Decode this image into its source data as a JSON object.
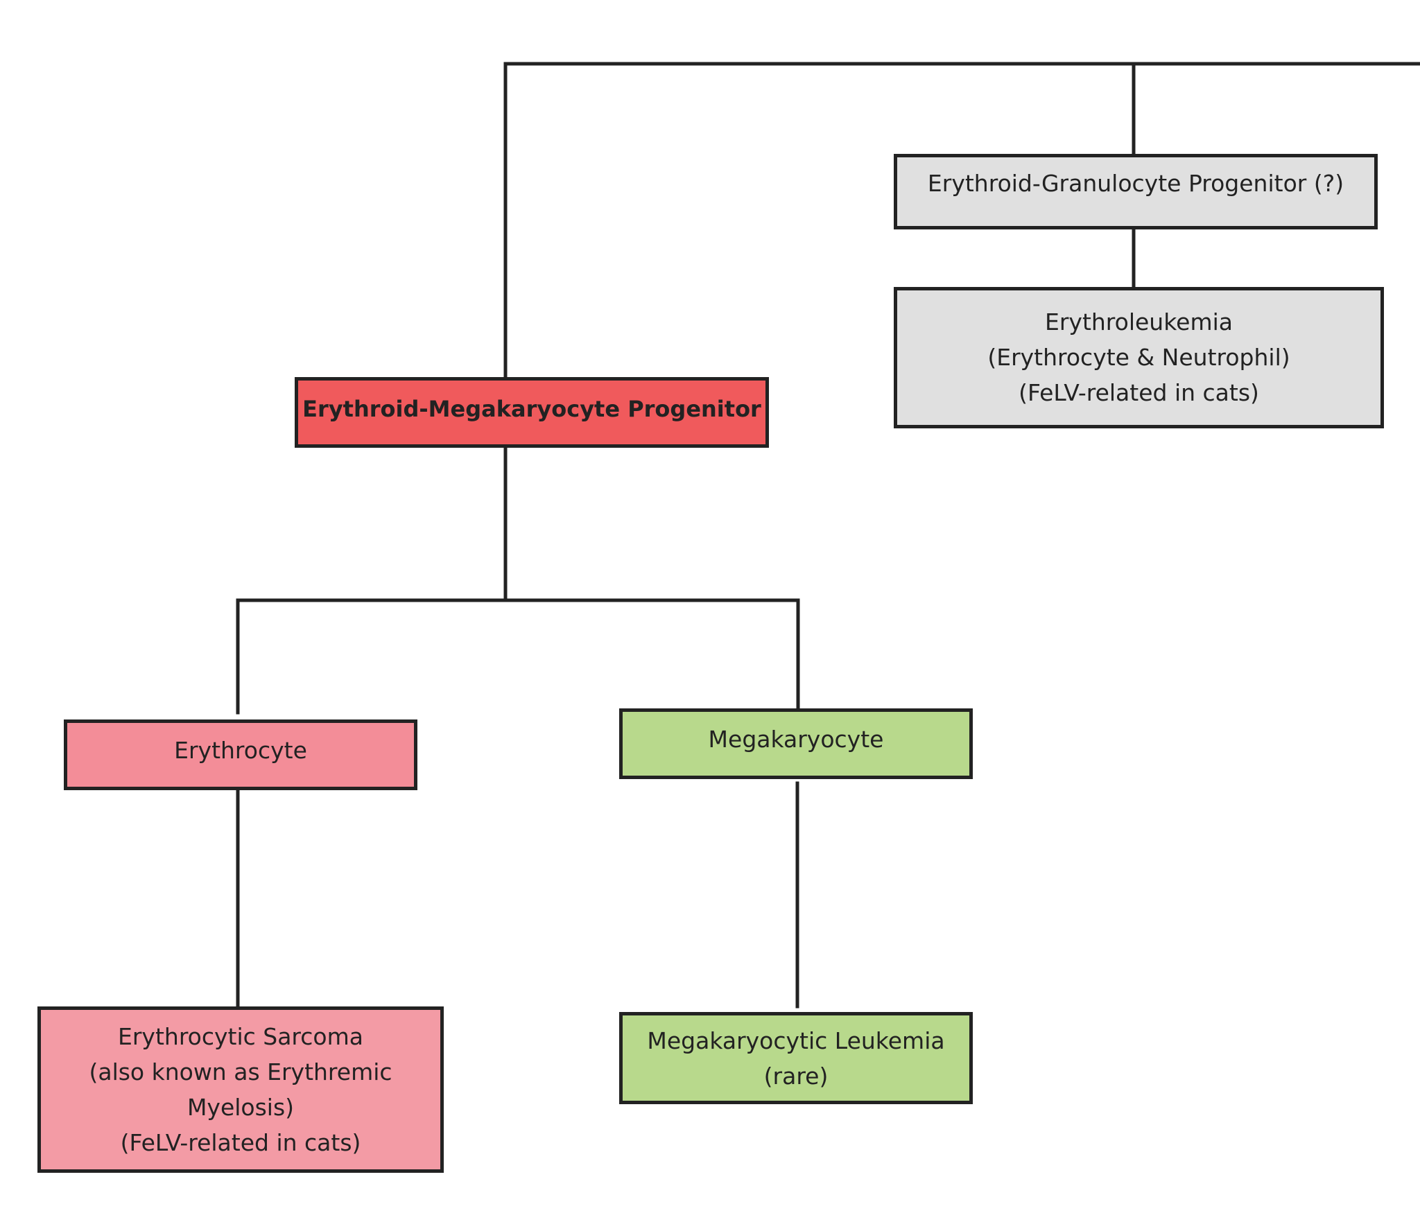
{
  "diagram": {
    "nodes": {
      "erythroid_granulocyte_progenitor": {
        "lines": [
          "Erythroid-Granulocyte Progenitor (?)"
        ],
        "fill": "#e0e0e0"
      },
      "erythroleukemia": {
        "lines": [
          "Erythroleukemia",
          "(Erythrocyte & Neutrophil)",
          "(FeLV-related in cats)"
        ],
        "fill": "#e0e0e0"
      },
      "erythroid_megakaryocyte_progenitor": {
        "lines": [
          "Erythroid-Megakaryocyte Progenitor"
        ],
        "fill": "#f05a5c"
      },
      "erythrocyte": {
        "lines": [
          "Erythrocyte"
        ],
        "fill": "#f38d98"
      },
      "megakaryocyte": {
        "lines": [
          "Megakaryocyte"
        ],
        "fill": "#b8d98c"
      },
      "erythrocytic_sarcoma": {
        "lines": [
          "Erythrocytic Sarcoma",
          "(also known as Erythremic",
          "Myelosis)",
          "(FeLV-related in cats)"
        ],
        "fill": "#f39ba5"
      },
      "megakaryocytic_leukemia": {
        "lines": [
          "Megakaryocytic Leukemia",
          "(rare)"
        ],
        "fill": "#b8d98c"
      }
    },
    "line_color": "#222222"
  }
}
